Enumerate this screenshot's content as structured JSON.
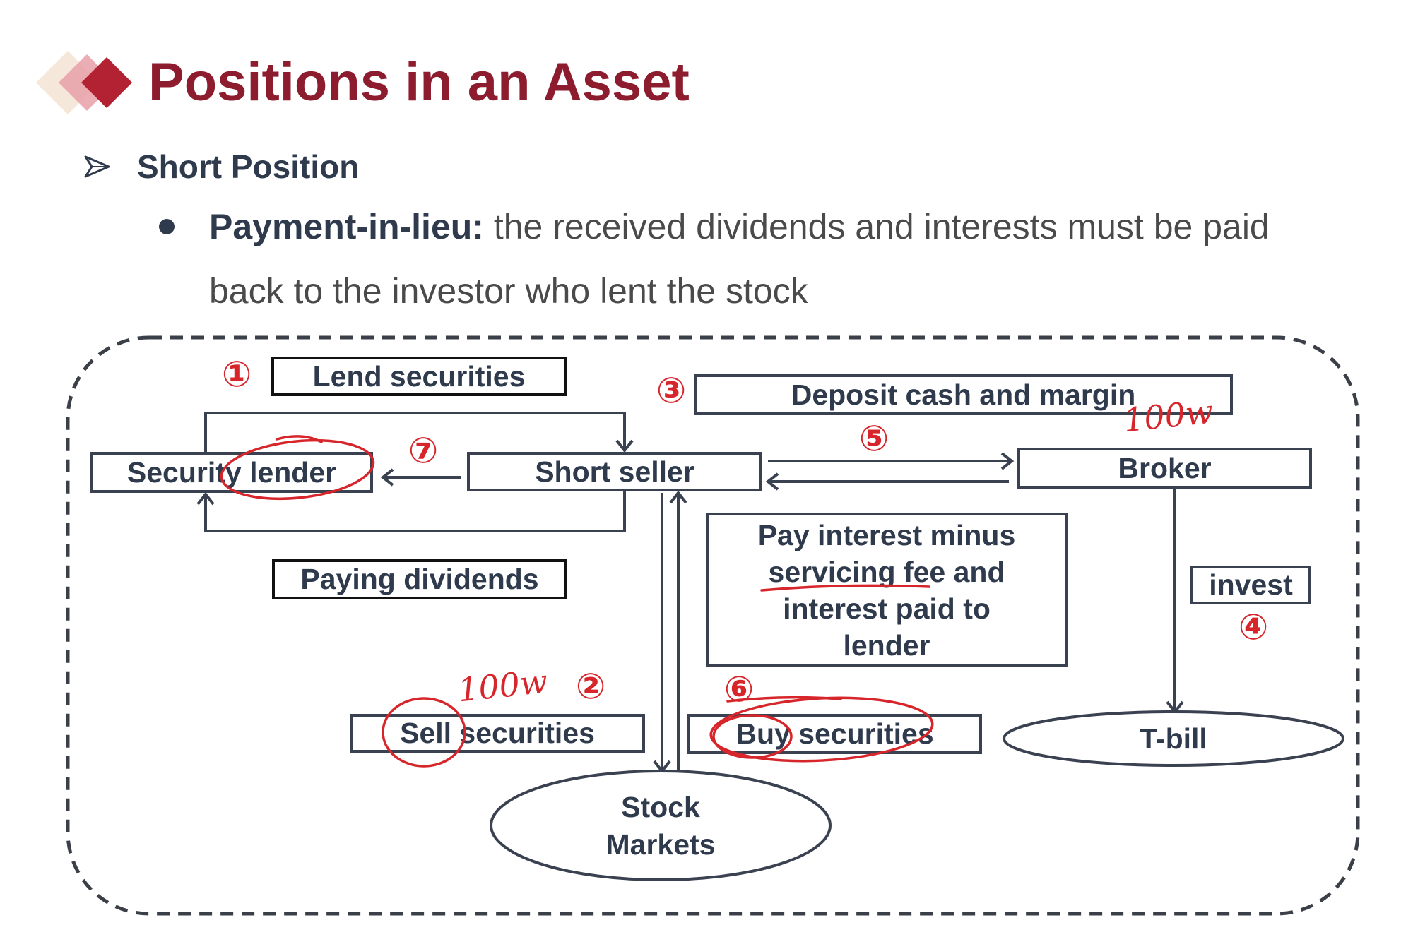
{
  "slide": {
    "title": "Positions in an Asset",
    "subheading": "Short Position",
    "bullet": {
      "label": "Payment-in-lieu:",
      "text": "the received dividends and interests must be paid back to the investor who lent the stock"
    }
  },
  "diagram": {
    "boxes": {
      "lend_securities": "Lend securities",
      "deposit_cash": "Deposit cash and margin",
      "security_lender": "Security lender",
      "short_seller": "Short seller",
      "broker": "Broker",
      "paying_dividends": "Paying dividends",
      "pay_interest": [
        "Pay interest minus",
        "servicing fee and",
        "interest paid to",
        "lender"
      ],
      "invest": "invest",
      "sell_securities": "Sell securities",
      "buy_securities": "Buy securities"
    },
    "ellipses": {
      "t_bill": "T-bill",
      "stock_markets": [
        "Stock",
        "Markets"
      ]
    },
    "steps": [
      "①",
      "②",
      "③",
      "④",
      "⑤",
      "⑥",
      "⑦"
    ],
    "annotations": {
      "near_broker": "100w",
      "near_sell": "100w"
    }
  },
  "colors": {
    "title": "#8E1C2F",
    "text": "#2F3B4D",
    "annotation": "#D7262B",
    "logo": [
      "#F3E3D3",
      "#E8A0A8",
      "#B22232"
    ]
  }
}
